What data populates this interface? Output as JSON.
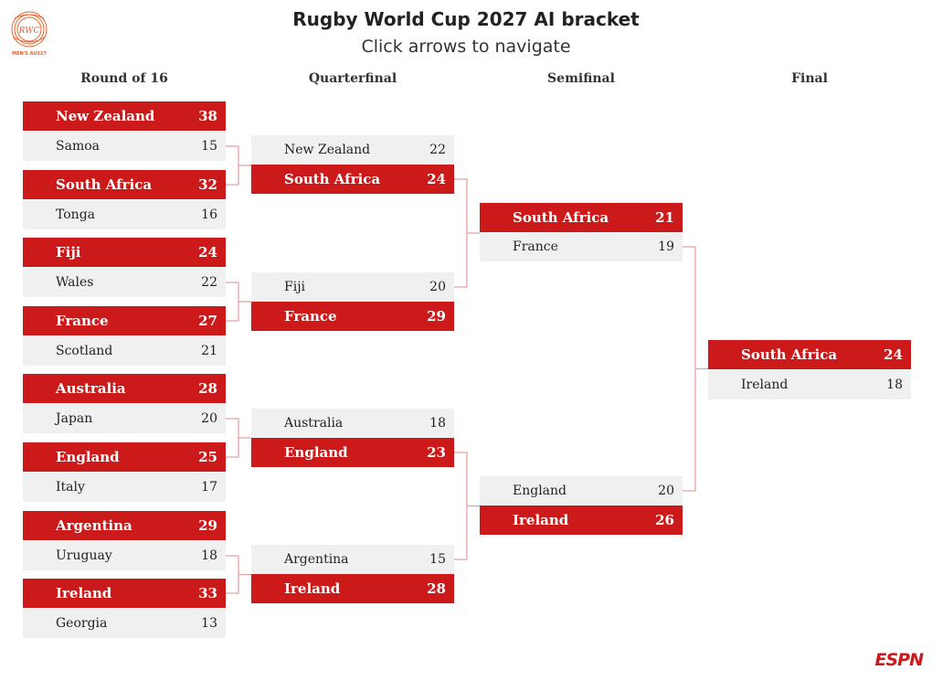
{
  "header": {
    "title": "Rugby World Cup 2027 AI bracket",
    "subtitle": "Click arrows to navigate",
    "logo_text": "RWC",
    "logo_caption": "MEN'S AUS27",
    "brand": "ESPN"
  },
  "colors": {
    "winner": "#cc1a1a",
    "loser": "#f0f0f0",
    "connector": "#e8a0a0"
  },
  "rounds": [
    {
      "label": "Round of 16",
      "matches": [
        {
          "teams": [
            {
              "name": "New Zealand",
              "score": "38",
              "winner": true
            },
            {
              "name": "Samoa",
              "score": "15",
              "winner": false
            }
          ]
        },
        {
          "teams": [
            {
              "name": "South Africa",
              "score": "32",
              "winner": true
            },
            {
              "name": "Tonga",
              "score": "16",
              "winner": false
            }
          ]
        },
        {
          "teams": [
            {
              "name": "Fiji",
              "score": "24",
              "winner": true
            },
            {
              "name": "Wales",
              "score": "22",
              "winner": false
            }
          ]
        },
        {
          "teams": [
            {
              "name": "France",
              "score": "27",
              "winner": true
            },
            {
              "name": "Scotland",
              "score": "21",
              "winner": false
            }
          ]
        },
        {
          "teams": [
            {
              "name": "Australia",
              "score": "28",
              "winner": true
            },
            {
              "name": "Japan",
              "score": "20",
              "winner": false
            }
          ]
        },
        {
          "teams": [
            {
              "name": "England",
              "score": "25",
              "winner": true
            },
            {
              "name": "Italy",
              "score": "17",
              "winner": false
            }
          ]
        },
        {
          "teams": [
            {
              "name": "Argentina",
              "score": "29",
              "winner": true
            },
            {
              "name": "Uruguay",
              "score": "18",
              "winner": false
            }
          ]
        },
        {
          "teams": [
            {
              "name": "Ireland",
              "score": "33",
              "winner": true
            },
            {
              "name": "Georgia",
              "score": "13",
              "winner": false
            }
          ]
        }
      ]
    },
    {
      "label": "Quarterfinal",
      "matches": [
        {
          "teams": [
            {
              "name": "New Zealand",
              "score": "22",
              "winner": false
            },
            {
              "name": "South Africa",
              "score": "24",
              "winner": true
            }
          ]
        },
        {
          "teams": [
            {
              "name": "Fiji",
              "score": "20",
              "winner": false
            },
            {
              "name": "France",
              "score": "29",
              "winner": true
            }
          ]
        },
        {
          "teams": [
            {
              "name": "Australia",
              "score": "18",
              "winner": false
            },
            {
              "name": "England",
              "score": "23",
              "winner": true
            }
          ]
        },
        {
          "teams": [
            {
              "name": "Argentina",
              "score": "15",
              "winner": false
            },
            {
              "name": "Ireland",
              "score": "28",
              "winner": true
            }
          ]
        }
      ]
    },
    {
      "label": "Semifinal",
      "matches": [
        {
          "teams": [
            {
              "name": "South Africa",
              "score": "21",
              "winner": true
            },
            {
              "name": "France",
              "score": "19",
              "winner": false
            }
          ]
        },
        {
          "teams": [
            {
              "name": "England",
              "score": "20",
              "winner": false
            },
            {
              "name": "Ireland",
              "score": "26",
              "winner": true
            }
          ]
        }
      ]
    },
    {
      "label": "Final",
      "matches": [
        {
          "teams": [
            {
              "name": "South Africa",
              "score": "24",
              "winner": true
            },
            {
              "name": "Ireland",
              "score": "18",
              "winner": false
            }
          ]
        }
      ]
    }
  ]
}
